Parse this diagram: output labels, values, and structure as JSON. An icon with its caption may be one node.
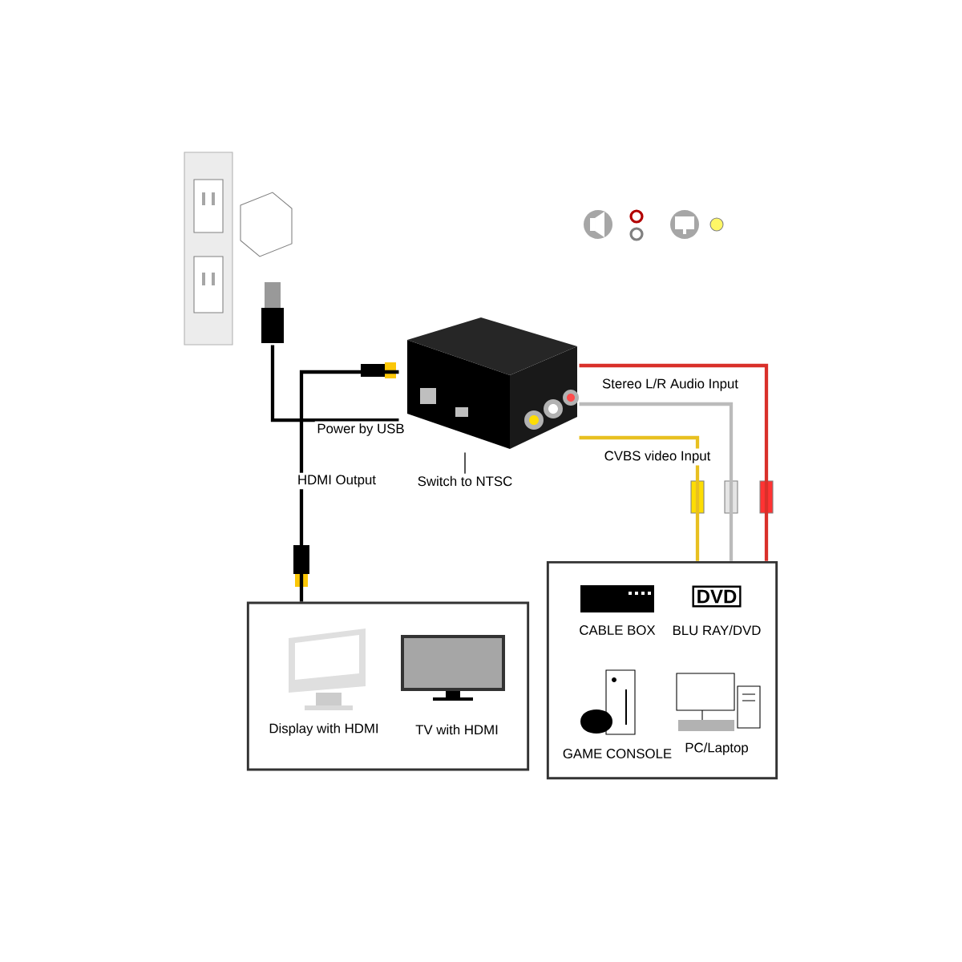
{
  "diagram": {
    "nodes": [
      {
        "text": [],
        "shape": "picture"
      },
      {
        "text": [],
        "shape": "picture"
      },
      {
        "text": [],
        "shape": "box"
      },
      {
        "text": [
          "Display with HDMI"
        ],
        "in": 2
      },
      {
        "text": [
          "TV with HDMI"
        ],
        "in": 2
      },
      {
        "text": [],
        "shape": "box"
      },
      {
        "text": [
          "CABLE BOX"
        ],
        "in": 5
      },
      {
        "text": [
          "BLU RAY/DVD"
        ],
        "in": 5
      },
      {
        "text": [
          "GAME CONSOLE"
        ],
        "in": 5
      },
      {
        "text": [
          "PC/Laptop"
        ],
        "in": 5
      },
      {
        "text": [
          "Switch to NTSC"
        ]
      }
    ],
    "edges": [
      {
        "from": 0,
        "to": 1,
        "arrow": "none",
        "label": "Power by USB"
      },
      {
        "from": 1,
        "to": 2,
        "arrow": "none",
        "label": "HDMI Output"
      },
      {
        "from": 5,
        "to": 1,
        "arrow": "none",
        "color": "#d9302a",
        "label": "Stereo L/R Audio Input"
      },
      {
        "from": 5,
        "to": 1,
        "arrow": "none",
        "color": "#bbbbbb"
      },
      {
        "from": 5,
        "to": 1,
        "arrow": "none",
        "color": "#e8c020",
        "label": "CVBS video Input"
      },
      {
        "from": 10,
        "to": 1,
        "arrow": "none"
      }
    ],
    "labels": [
      "DVD"
    ]
  }
}
